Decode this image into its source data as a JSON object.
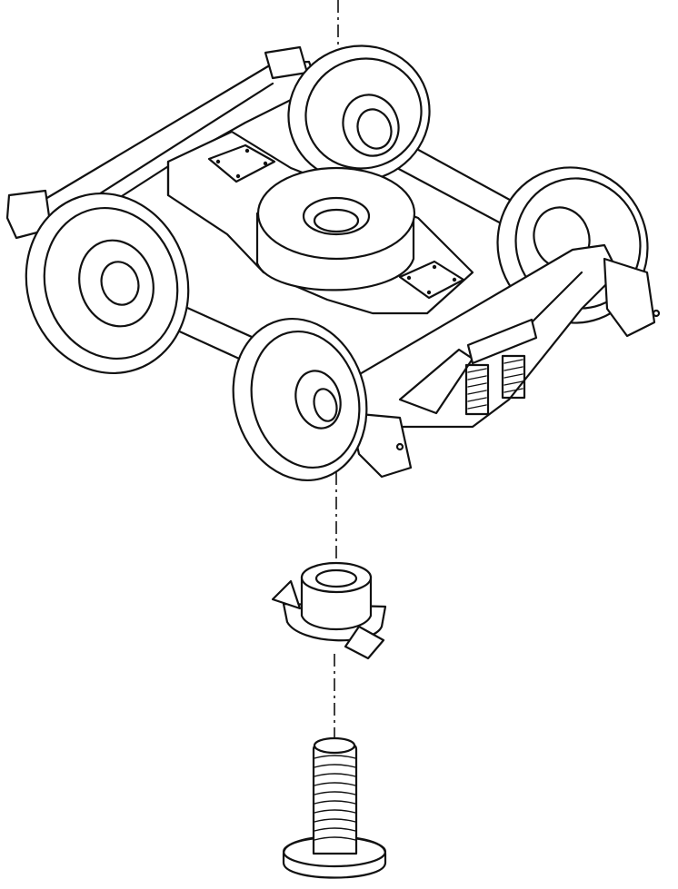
{
  "figure": {
    "parts": [
      {
        "name": "truck-assembly",
        "icon": "railroad-truck-icon"
      },
      {
        "name": "bolster-bushing",
        "icon": "bushing-icon"
      },
      {
        "name": "mounting-screw",
        "icon": "screw-icon"
      }
    ],
    "line_color": "#111111",
    "background": "#ffffff"
  }
}
